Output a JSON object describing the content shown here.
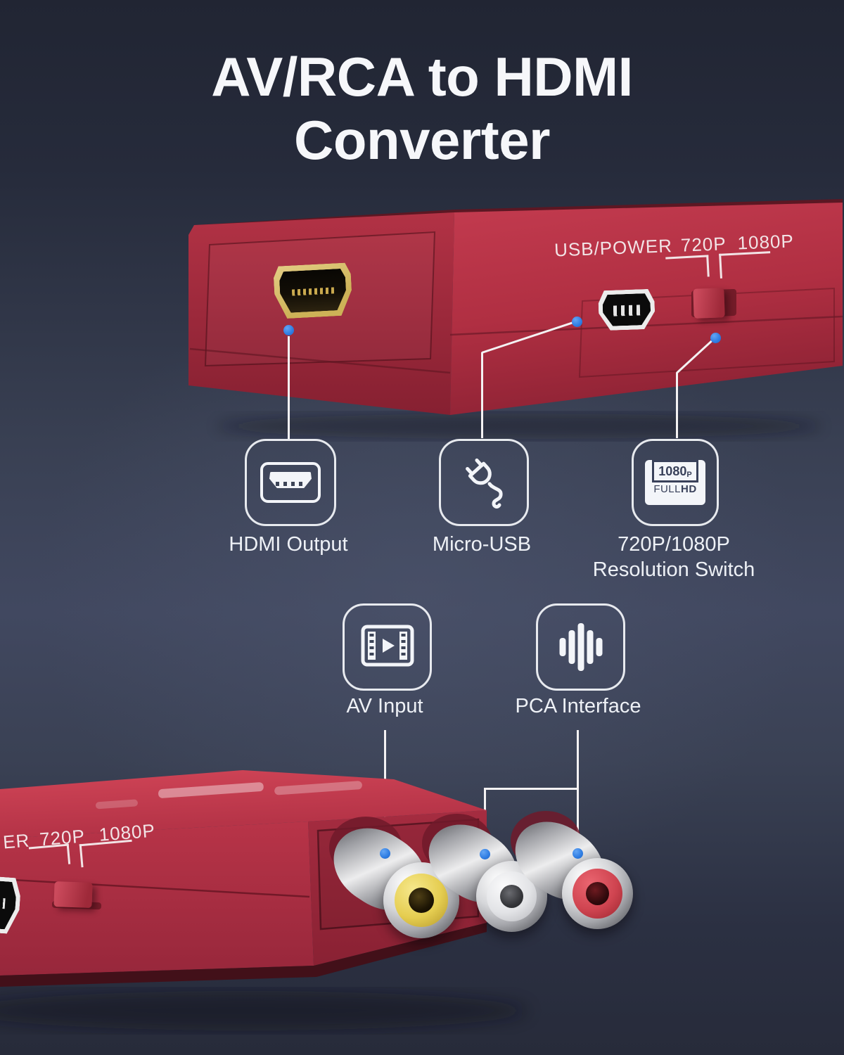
{
  "title": {
    "line1": "AV/RCA to HDMI",
    "line2": "Converter"
  },
  "top_device": {
    "print_label": "USB/POWER",
    "print_720": "720P",
    "print_1080": "1080P"
  },
  "bottom_device": {
    "print_label": "ER",
    "print_720": "720P",
    "print_1080": "1080P"
  },
  "features": {
    "hdmi_output": {
      "label": "HDMI Output"
    },
    "micro_usb": {
      "label": "Micro-USB"
    },
    "resolution_switch": {
      "label_line1": "720P/1080P",
      "label_line2": "Resolution Switch",
      "badge_res": "1080",
      "badge_res_sub": "P",
      "badge_full": "FULL",
      "badge_hd": "HD"
    },
    "av_input": {
      "label": "AV Input"
    },
    "pca_interface": {
      "label": "PCA Interface"
    }
  },
  "colors": {
    "accent_blue": "#2e7ce2",
    "callout_line": "#f4f2f3",
    "device_red": "#b23043",
    "background_navy": "#3a4154"
  }
}
